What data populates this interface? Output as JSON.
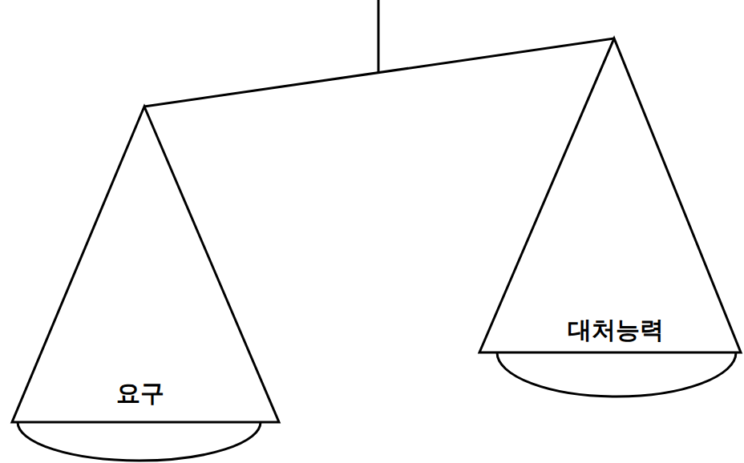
{
  "diagram": {
    "nodes": [
      {
        "text": [
          "요구"
        ]
      },
      {
        "text": [
          "대처능력"
        ]
      }
    ],
    "edges": [
      {
        "from": 0,
        "to": 1,
        "arrow": "none"
      }
    ]
  }
}
